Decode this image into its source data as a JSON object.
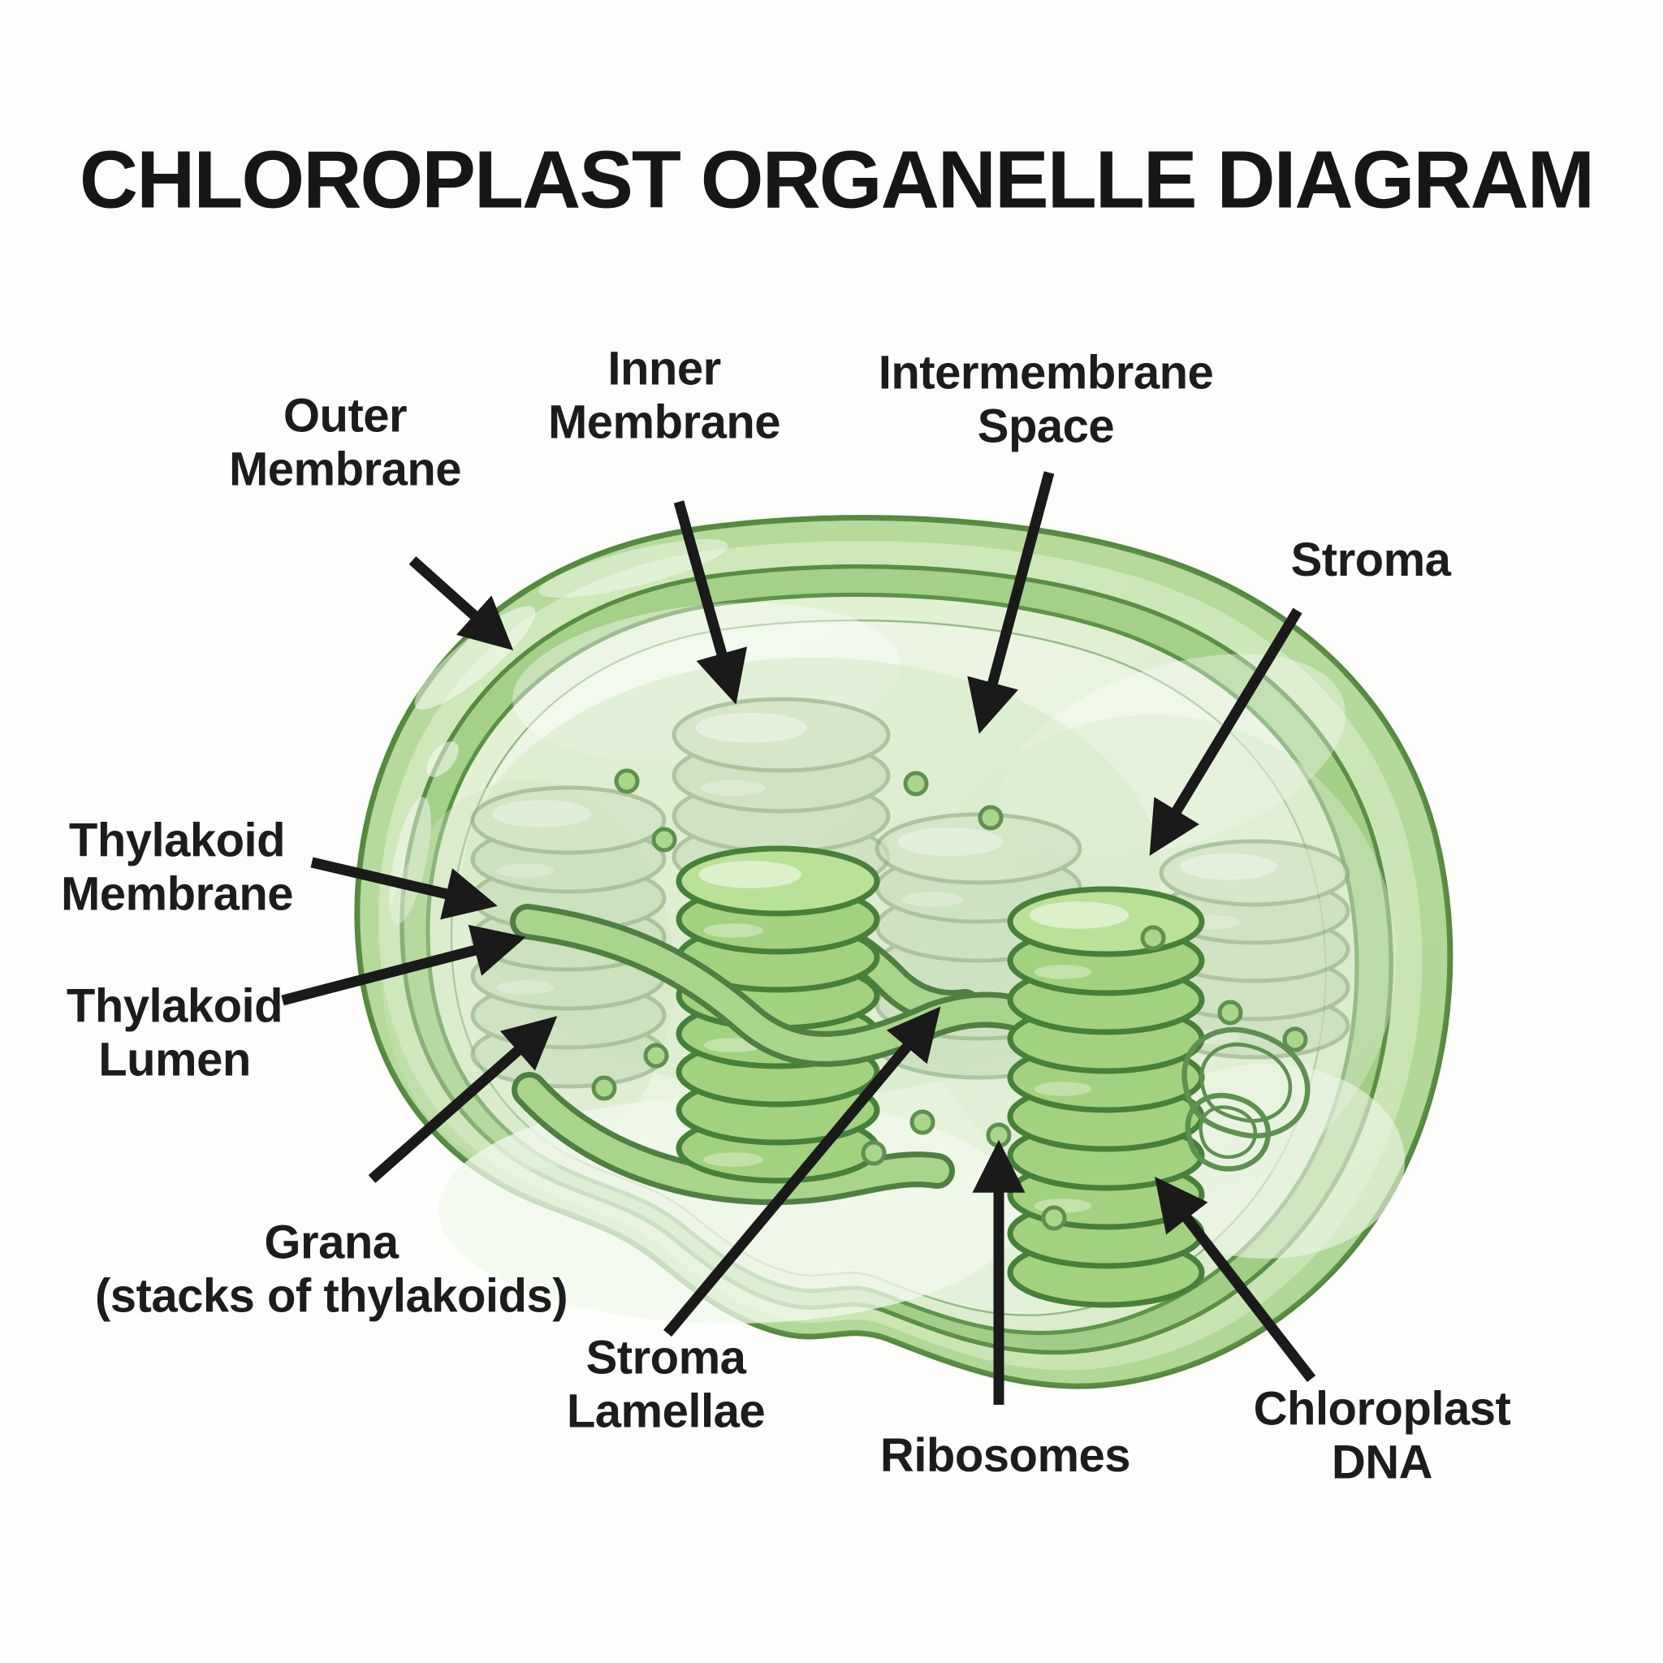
{
  "title": "CHLOROPLAST ORGANELLE DIAGRAM",
  "labels": {
    "outer_membrane": "Outer\nMembrane",
    "inner_membrane": "Inner\nMembrane",
    "intermembrane_space": "Intermembrane\nSpace",
    "stroma": "Stroma",
    "thylakoid_membrane": "Thylakoid\nMembrane",
    "thylakoid_lumen": "Thylakoid\nLumen",
    "grana": "Grana\n(stacks of thylakoids)",
    "stroma_lamellae": "Stroma\nLamellae",
    "ribosomes": "Ribosomes",
    "chloroplast_dna": "Chloroplast\nDNA"
  },
  "colors": {
    "background": "#fdfdfb",
    "ink": "#1c1c1c",
    "arrow": "#1a1a1a",
    "body_green": "#b4da9a",
    "band_highlight": "#cde8b8",
    "intermembrane_band": "#a2cf87",
    "membrane_outline": "#55893f",
    "inner_band": "#e2f0d4",
    "stroma_fill": "#ebf5e1",
    "granum_bright": "#a2d27f",
    "granum_bright_top": "#b9e197",
    "granum_outline": "#47803a",
    "granum_faded": "#c6dcb8",
    "granum_faded_outline": "#8fac82",
    "lamella_fill": "#a9d48b",
    "lamella_outline": "#4f7f43",
    "dna_outline": "#5e9150",
    "ribosome_fill": "#aad68c"
  }
}
